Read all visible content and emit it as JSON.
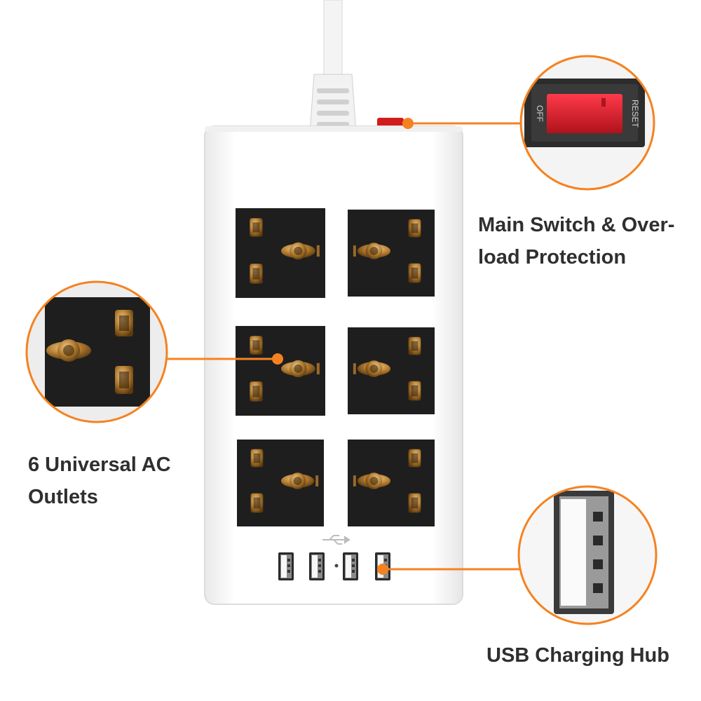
{
  "callouts": {
    "switch": {
      "line1": "Main Switch & Over-",
      "line2": "load Protection"
    },
    "outlets": {
      "line1": "6 Universal AC",
      "line2": "Outlets"
    },
    "usb": {
      "line1": "USB Charging Hub"
    }
  },
  "switch_markings": {
    "off": "OFF",
    "reset": "RESET"
  },
  "outlet_count": 6,
  "usb_port_count": 4,
  "colors": {
    "accent": "#f58220",
    "socket": "#1e1e1e",
    "body": "#ffffff",
    "switch": "#d01a1a",
    "pin": "#b07a2e"
  },
  "icons": [
    "usb-trident-icon"
  ]
}
